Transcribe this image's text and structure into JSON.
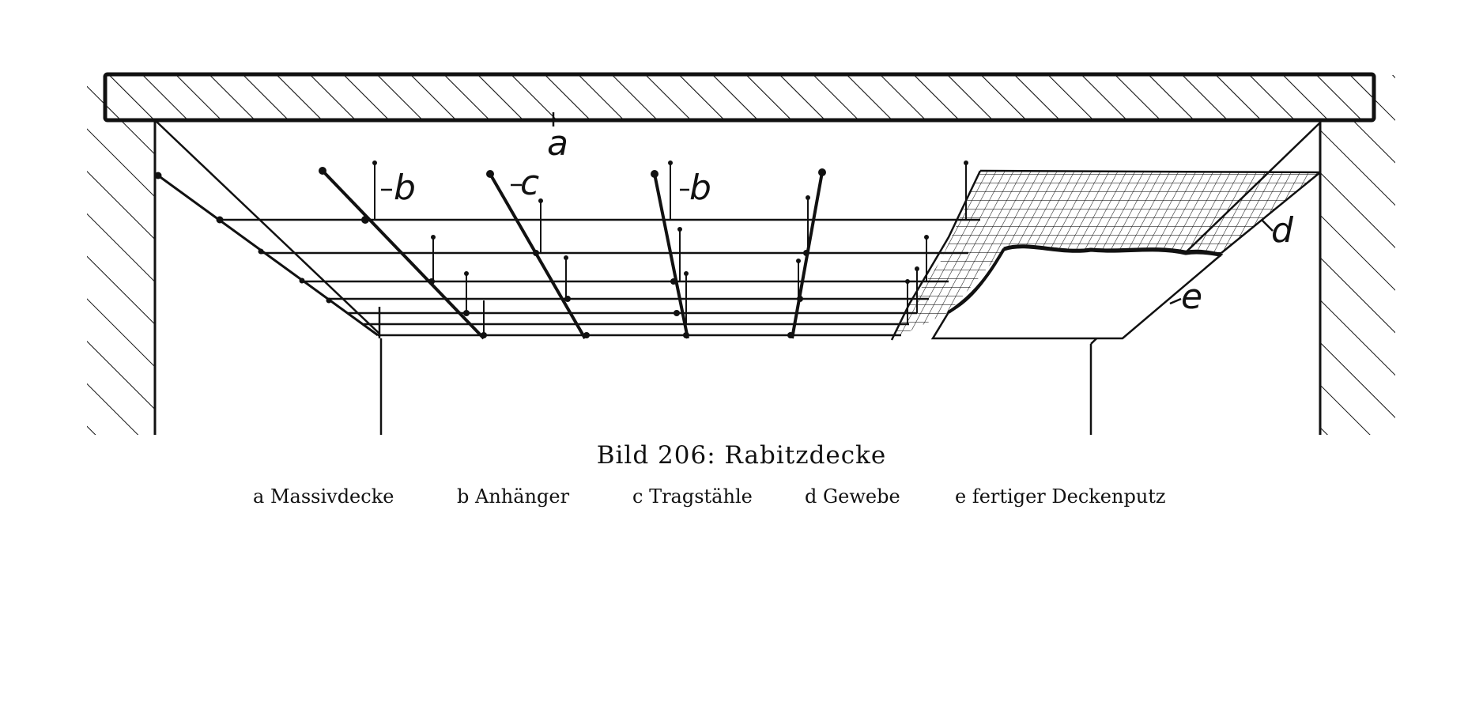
{
  "labels": {
    "a": "a",
    "b": "b",
    "c": "c",
    "d": "d",
    "e": "e"
  },
  "caption": {
    "title": "Bild 206:  Rabitzdecke",
    "legend": [
      {
        "key": "a",
        "text": "a Massivdecke"
      },
      {
        "key": "b",
        "text": "b Anhänger"
      },
      {
        "key": "c",
        "text": "c Tragstähle"
      },
      {
        "key": "d",
        "text": "d Gewebe"
      },
      {
        "key": "e",
        "text": "e fertiger Deckenputz"
      }
    ]
  },
  "colors": {
    "ink": "#111111",
    "paper": "#ffffff"
  }
}
